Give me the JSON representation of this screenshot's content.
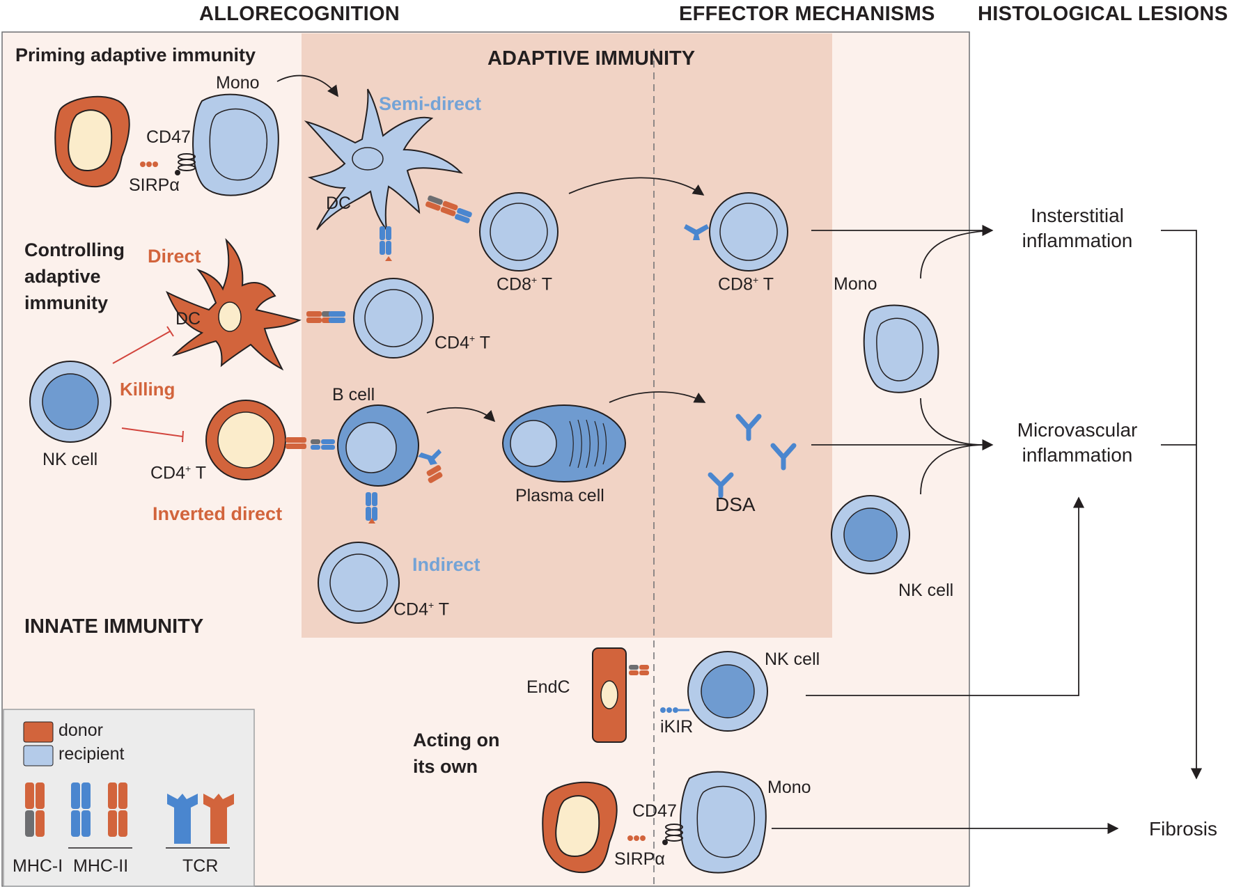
{
  "headers": {
    "allorecognition": "ALLORECOGNITION",
    "effector": "EFFECTOR MECHANISMS",
    "histological": "HISTOLOGICAL LESIONS"
  },
  "sections": {
    "priming": "Priming adaptive immunity",
    "adaptive_immunity": "ADAPTIVE IMMUNITY",
    "controlling": [
      "Controlling",
      "adaptive",
      "immunity"
    ],
    "innate_immunity": "INNATE IMMUNITY",
    "acting": [
      "Acting on",
      "its own"
    ]
  },
  "pathways": {
    "semi_direct": "Semi-direct",
    "direct": "Direct",
    "killing": "Killing",
    "inverted_direct": "Inverted direct",
    "indirect": "Indirect"
  },
  "cells": {
    "mono": "Mono",
    "cd47": "CD47",
    "sirpa": "SIRPα",
    "dc": "DC",
    "nk_cell": "NK cell",
    "b_cell": "B cell",
    "plasma_cell": "Plasma cell",
    "dsa": "DSA",
    "endc": "EndC",
    "ikir": "iKIR",
    "cd8_base": "CD8",
    "cd4_base": "CD4",
    "sup_plus": "+",
    "t_suffix": "T"
  },
  "lesions": {
    "interstitial": [
      "Insterstitial",
      "inflammation"
    ],
    "microvascular": [
      "Microvascular",
      "inflammation"
    ],
    "fibrosis": "Fibrosis"
  },
  "legend": {
    "donor": "donor",
    "recipient": "recipient",
    "mhc1": "MHC-I",
    "mhc2": "MHC-II",
    "tcr": "TCR"
  },
  "colors": {
    "donor": "#d2643c",
    "recipient": "#b4cbe9",
    "recipient_dark": "#6f9bd0",
    "receptor": "#4a86cf",
    "adaptive_bg": "#f1d3c5",
    "frame_bg": "#fcf1ec",
    "legend_bg": "#ececec",
    "inhibit": "#d2443c"
  }
}
